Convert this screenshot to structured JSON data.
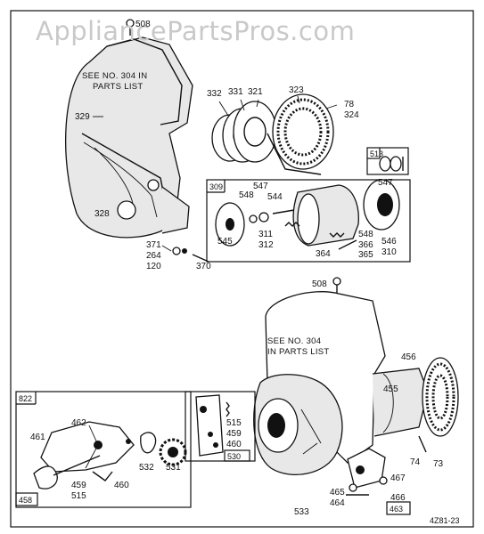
{
  "watermark": "AppliancePartsPros.com",
  "notes": {
    "top": [
      "SEE NO. 304 IN",
      "PARTS LIST"
    ],
    "bottom": [
      "SEE NO. 304",
      "IN PARTS LIST"
    ]
  },
  "boxes": {
    "b513": "513",
    "b309": "309",
    "b822": "822",
    "b458": "458",
    "b530": "530",
    "b463": "463"
  },
  "labels": {
    "l508a": "508",
    "l329": "329",
    "l328": "328",
    "l371": "371",
    "l264": "264",
    "l120": "120",
    "l370": "370",
    "l332": "332",
    "l331": "331",
    "l321": "321",
    "l323": "323",
    "l78": "78",
    "l324": "324",
    "l548a": "548",
    "l547a": "547",
    "l544": "544",
    "l547b": "547",
    "l545": "545",
    "l311": "311",
    "l312": "312",
    "l364": "364",
    "l548b": "548",
    "l366": "366",
    "l365": "365",
    "l546": "546",
    "l310": "310",
    "l508b": "508",
    "l456": "456",
    "l455": "455",
    "l462": "462",
    "l461": "461",
    "l459a": "459",
    "l515a": "515",
    "l460a": "460",
    "l532": "532",
    "l531": "531",
    "l515b": "515",
    "l459b": "459",
    "l460b": "460",
    "l467": "467",
    "l465": "465",
    "l464": "464",
    "l466": "466",
    "l533": "533",
    "l74": "74",
    "l73": "73"
  },
  "figure_code": "4Z81-23"
}
